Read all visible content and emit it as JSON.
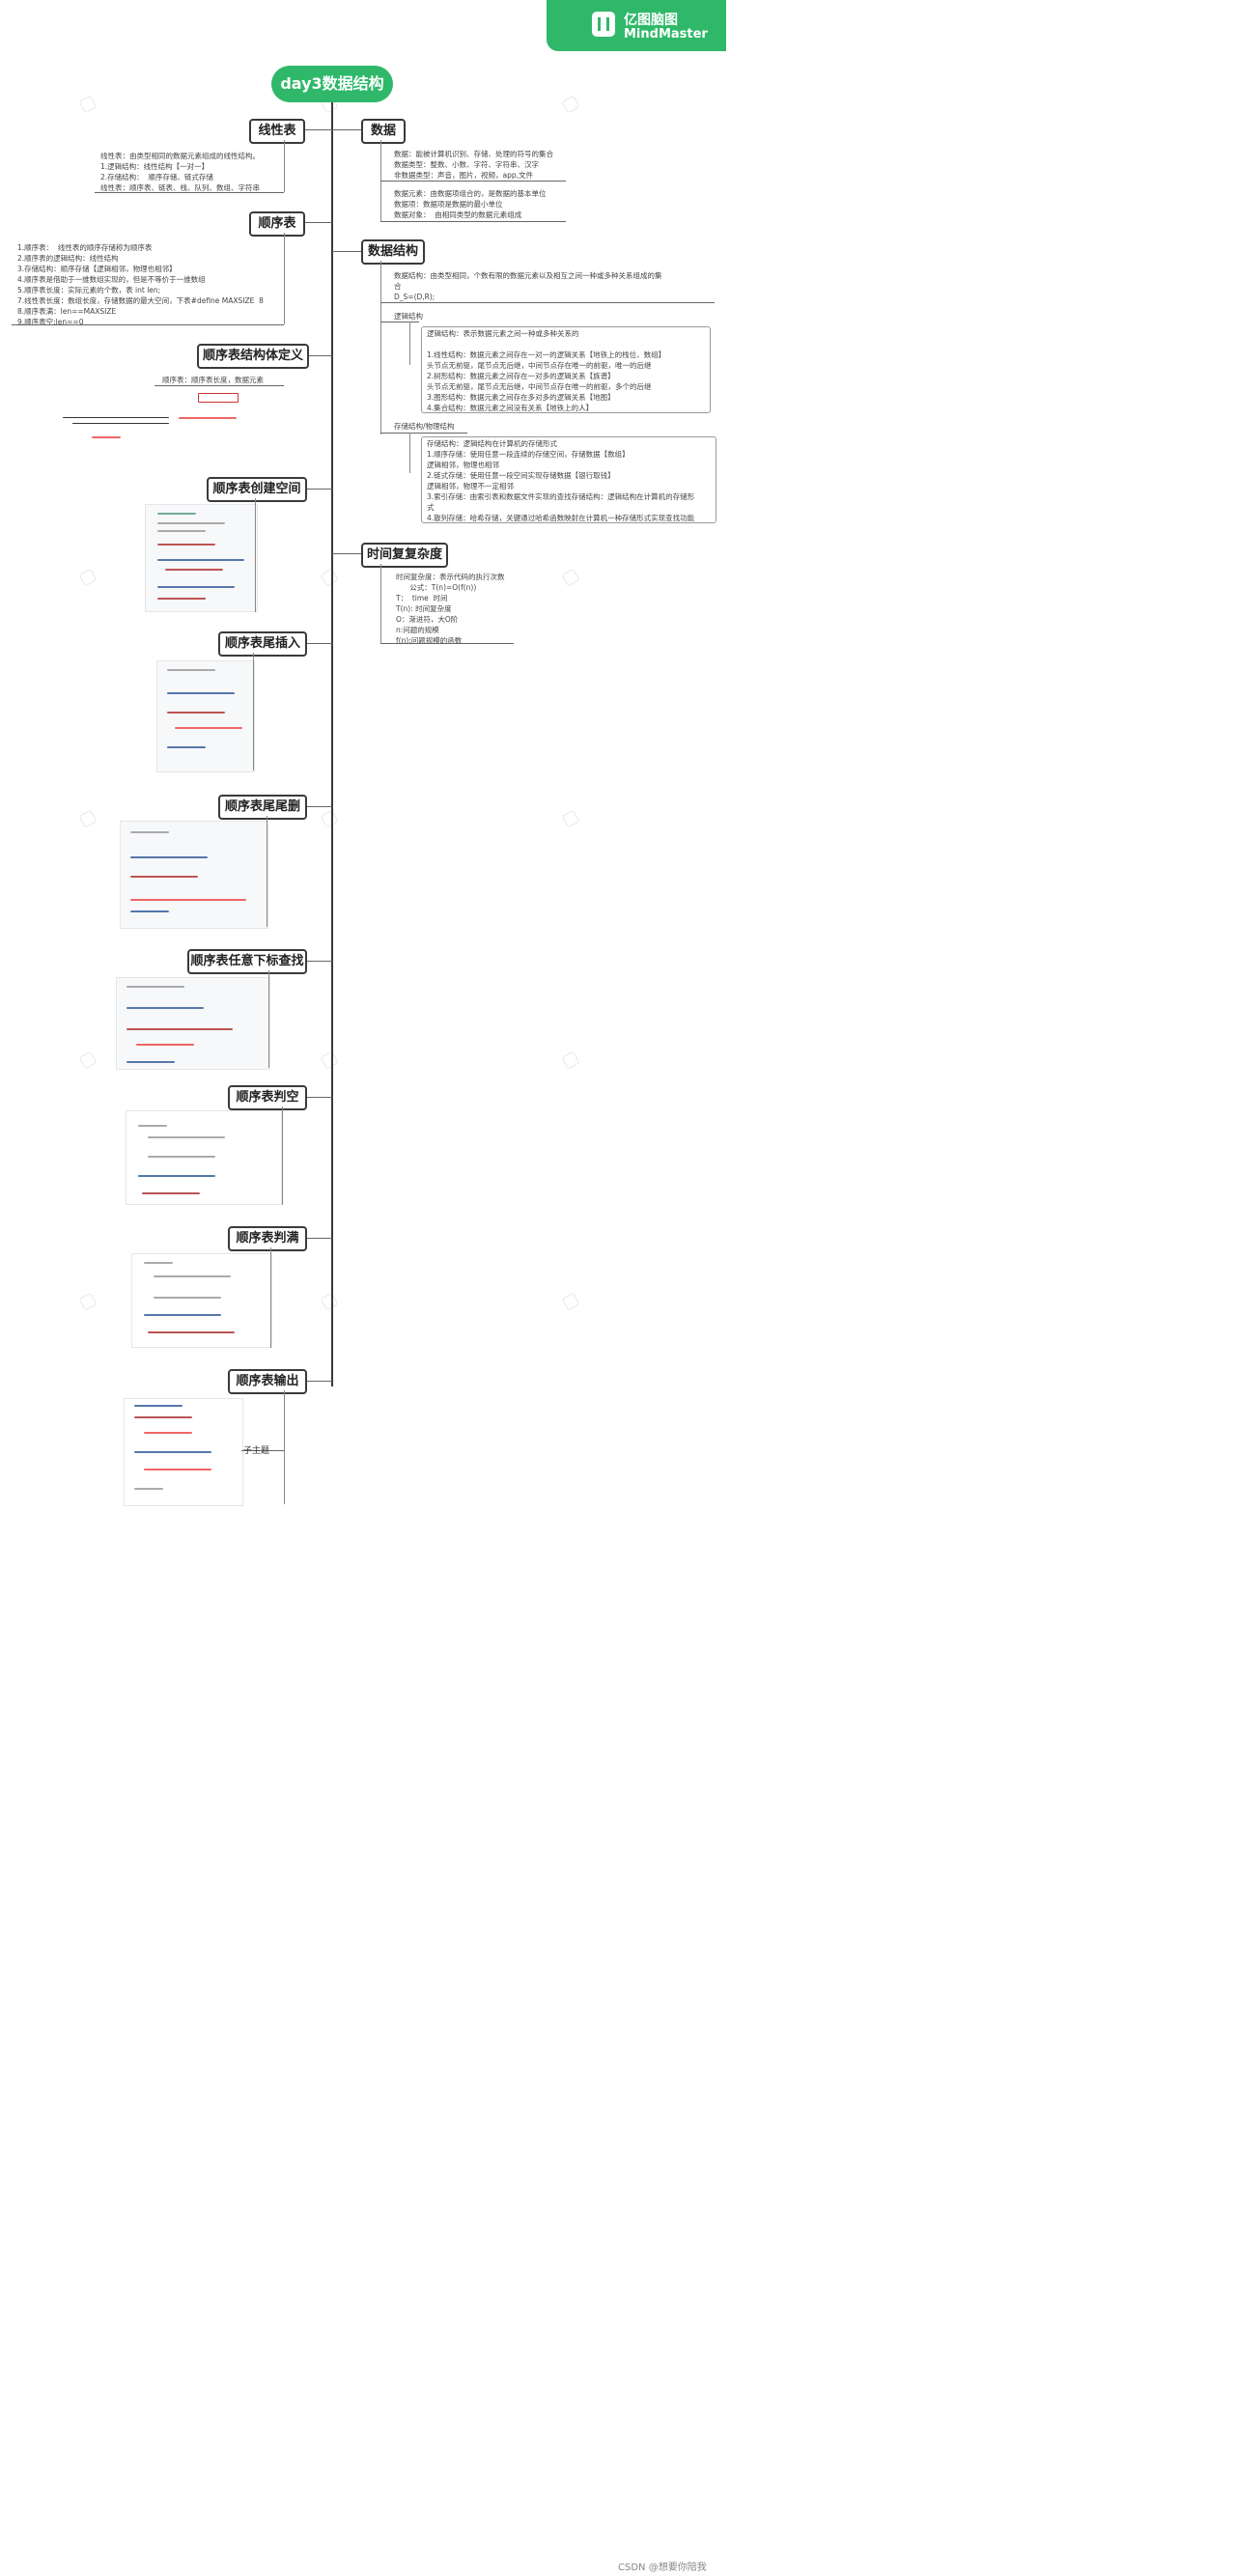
{
  "brand": {
    "name": "亿图脑图",
    "sub": "MindMaster"
  },
  "root": "day3数据结构",
  "nodes": {
    "xianxingbiao": "线性表",
    "shuxuji": "顺序表",
    "jiegouti": "顺序表结构体定义",
    "chuangjian": "顺序表创建空间",
    "weicharu": "顺序表尾插入",
    "weishan": "顺序表尾尾删",
    "chazhao": "顺序表任意下标查找",
    "pankong": "顺序表判空",
    "panman": "顺序表判满",
    "shuchu": "顺序表输出",
    "shuju": "数据",
    "shujujiegou": "数据结构",
    "shijian": "时间复复杂度"
  },
  "texts": {
    "xianxing": "线性表：由类型相同的数据元素组成的线性结构。\n1.逻辑结构：线性结构【一对一】\n2.存储结构：  顺序存储、链式存储\n线性表：顺序表、链表、栈、队列、数组、字符串",
    "shunxu": "1.顺序表：  线性表的顺序存储称为顺序表\n2.顺序表的逻辑结构：线性结构\n3.存储结构：顺序存储【逻辑相邻，物理也相邻】\n4.顺序表是借助于一维数组实现的，但是不等价于一维数组\n5.顺序表长度：实际元素的个数，表 int len;\n7.线性表长度：数组长度，存储数据的最大空间，下表#define MAXSIZE  8\n8.顺序表满：len==MAXSIZE\n9.顺序表空:len==0",
    "jiegouti": "顺序表：顺序表长度，数据元素",
    "shuju1": "数据：能被计算机识别、存储、处理的符号的集合\n数据类型：整数、小数、字符、字符串、汉字\n非数据类型：声音，图片，视频，app,文件",
    "shuju2": "数据元素：由数据项组合的，是数据的基本单位\n数据项：数据项是数据的最小单位\n数据对象：  由相同类型的数据元素组成",
    "jiegou1": "数据结构：由类型相同，个数有限的数据元素以及相互之间一种或多种关系组成的集\n合\nD_S=(D,R);",
    "luoji_label": "逻辑结构",
    "luoji": "逻辑结构：表示数据元素之间一种或多种关系的\n\n1.线性结构：数据元素之间存在一对一的逻辑关系【地铁上的栈位、数组】\n头节点无前驱，尾节点无后继，中间节点存在唯一的前驱，唯一的后继\n2.树形结构：数据元素之间存在一对多的逻辑关系【族谱】\n头节点无前驱，尾节点无后继，中间节点存在唯一的前驱，多个的后继\n3.图形结构：数据元素之间存在多对多的逻辑关系【地图】\n4.集合结构：数据元素之间没有关系【地铁上的人】",
    "cunchu_label": "存储结构/物理结构",
    "cunchu": "存储结构：逻辑结构在计算机的存储形式\n1.顺序存储：使用任意一段连续的存储空间，存储数据【数组】\n逻辑相邻，物理也相邻\n2.链式存储：使用任意一段空间实现存储数据【银行取钱】\n逻辑相邻，物理不一定相邻\n3.索引存储：由索引表和数据文件实现的查找存储结构：逻辑结构在计算机的存储形\n式\n4.散列存储：哈希存储，关键通过哈希函数映射在计算机一种存储形式实现查找功能",
    "shijian": "时间复杂度：表示代码的执行次数\n      公式：T(n)=O(f(n))\nT：  time  时间\nT(n): 时间复杂度\nO：渐进符，大O阶\nn:问题的规模\nf(n):问题规模的函数",
    "sub": "子主题"
  },
  "footer": "CSDN @想要你陪我",
  "colors": {
    "accent": "#2fb86a",
    "line": "#3a3a3a"
  }
}
